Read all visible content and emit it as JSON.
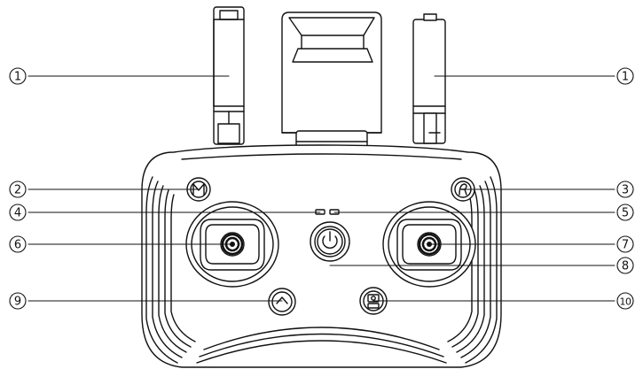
{
  "callouts": [
    {
      "label": "1",
      "target": "left-antenna"
    },
    {
      "label": "1",
      "target": "right-antenna"
    },
    {
      "label": "2",
      "target": "mode-button"
    },
    {
      "label": "3",
      "target": "custom-button"
    },
    {
      "label": "4",
      "target": "left-status-led"
    },
    {
      "label": "5",
      "target": "right-status-led"
    },
    {
      "label": "6",
      "target": "left-joystick"
    },
    {
      "label": "7",
      "target": "right-joystick"
    },
    {
      "label": "8",
      "target": "power-button"
    },
    {
      "label": "9",
      "target": "return-home-button"
    },
    {
      "label": "10",
      "target": "photo-video-button"
    }
  ],
  "colors": {
    "line": "#111111",
    "body": "#ffffff",
    "screen_fill": "#ffffff"
  },
  "icons": {
    "mode_button": "M-glyph-icon",
    "custom_button": "custom-function-icon",
    "power_button": "power-icon",
    "home_button": "home-arrow-icon",
    "camera_button": "camera-icon"
  }
}
